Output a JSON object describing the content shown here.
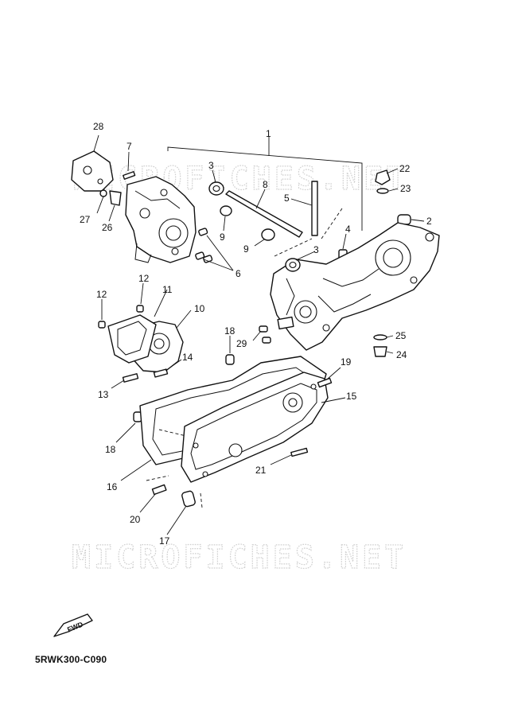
{
  "diagram_code": "5RWK300-C090",
  "watermark_text": "MICROFICHES.NET",
  "fwd_label": "FWD",
  "callouts": [
    "1",
    "2",
    "3",
    "3",
    "4",
    "5",
    "6",
    "7",
    "8",
    "9",
    "9",
    "10",
    "11",
    "12",
    "12",
    "13",
    "14",
    "15",
    "16",
    "17",
    "18",
    "18",
    "19",
    "20",
    "21",
    "22",
    "23",
    "24",
    "25",
    "26",
    "27",
    "28",
    "29"
  ]
}
